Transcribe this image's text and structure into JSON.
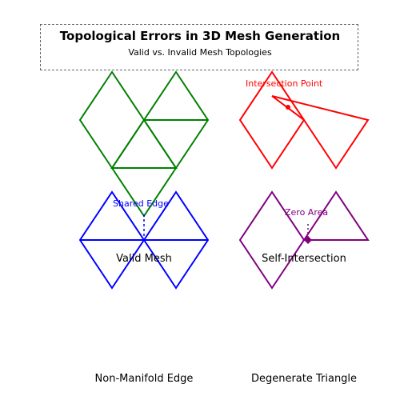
{
  "header": {
    "title": "Topological Errors in 3D Mesh Generation",
    "subtitle": "Valid vs. Invalid Mesh Topologies"
  },
  "panels": {
    "valid": {
      "caption": "Valid Mesh",
      "color": "#008000"
    },
    "self_intersection": {
      "caption": "Self-Intersection",
      "color": "#ff0000",
      "annotation": "Intersection Point"
    },
    "non_manifold": {
      "caption": "Non-Manifold Edge",
      "color": "#0000ff",
      "annotation": "Shared Edge"
    },
    "degenerate": {
      "caption": "Degenerate Triangle",
      "color": "#800080",
      "annotation": "Zero Area"
    }
  }
}
